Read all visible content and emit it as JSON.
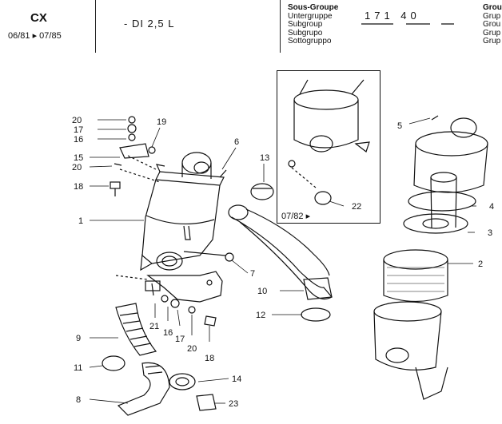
{
  "header": {
    "model": "CX",
    "date_range": "06/81 ▸ 07/85",
    "engine_variant": "- DI 2,5 L",
    "subgroup_labels": [
      "Sous-Groupe",
      "Untergruppe",
      "Subgroup",
      "Subgrupo",
      "Sottogruppo"
    ],
    "subgroup_code": "171 40",
    "right_labels": [
      "Grou",
      "Grup",
      "Grou",
      "Grup",
      "Grup"
    ]
  },
  "inset": {
    "date_label": "07/82 ▸"
  },
  "callouts": {
    "c20a": "20",
    "c17a": "17",
    "c16a": "16",
    "c19": "19",
    "c15": "15",
    "c20b": "20",
    "c18a": "18",
    "c1": "1",
    "c6": "6",
    "c13": "13",
    "c7": "7",
    "c10": "10",
    "c12": "12",
    "c9": "9",
    "c21": "21",
    "c16b": "16",
    "c17b": "17",
    "c20c": "20",
    "c18b": "18",
    "c11": "11",
    "c8": "8",
    "c14": "14",
    "c23": "23",
    "c22": "22",
    "c5": "5",
    "c4": "4",
    "c3": "3",
    "c2": "2"
  }
}
